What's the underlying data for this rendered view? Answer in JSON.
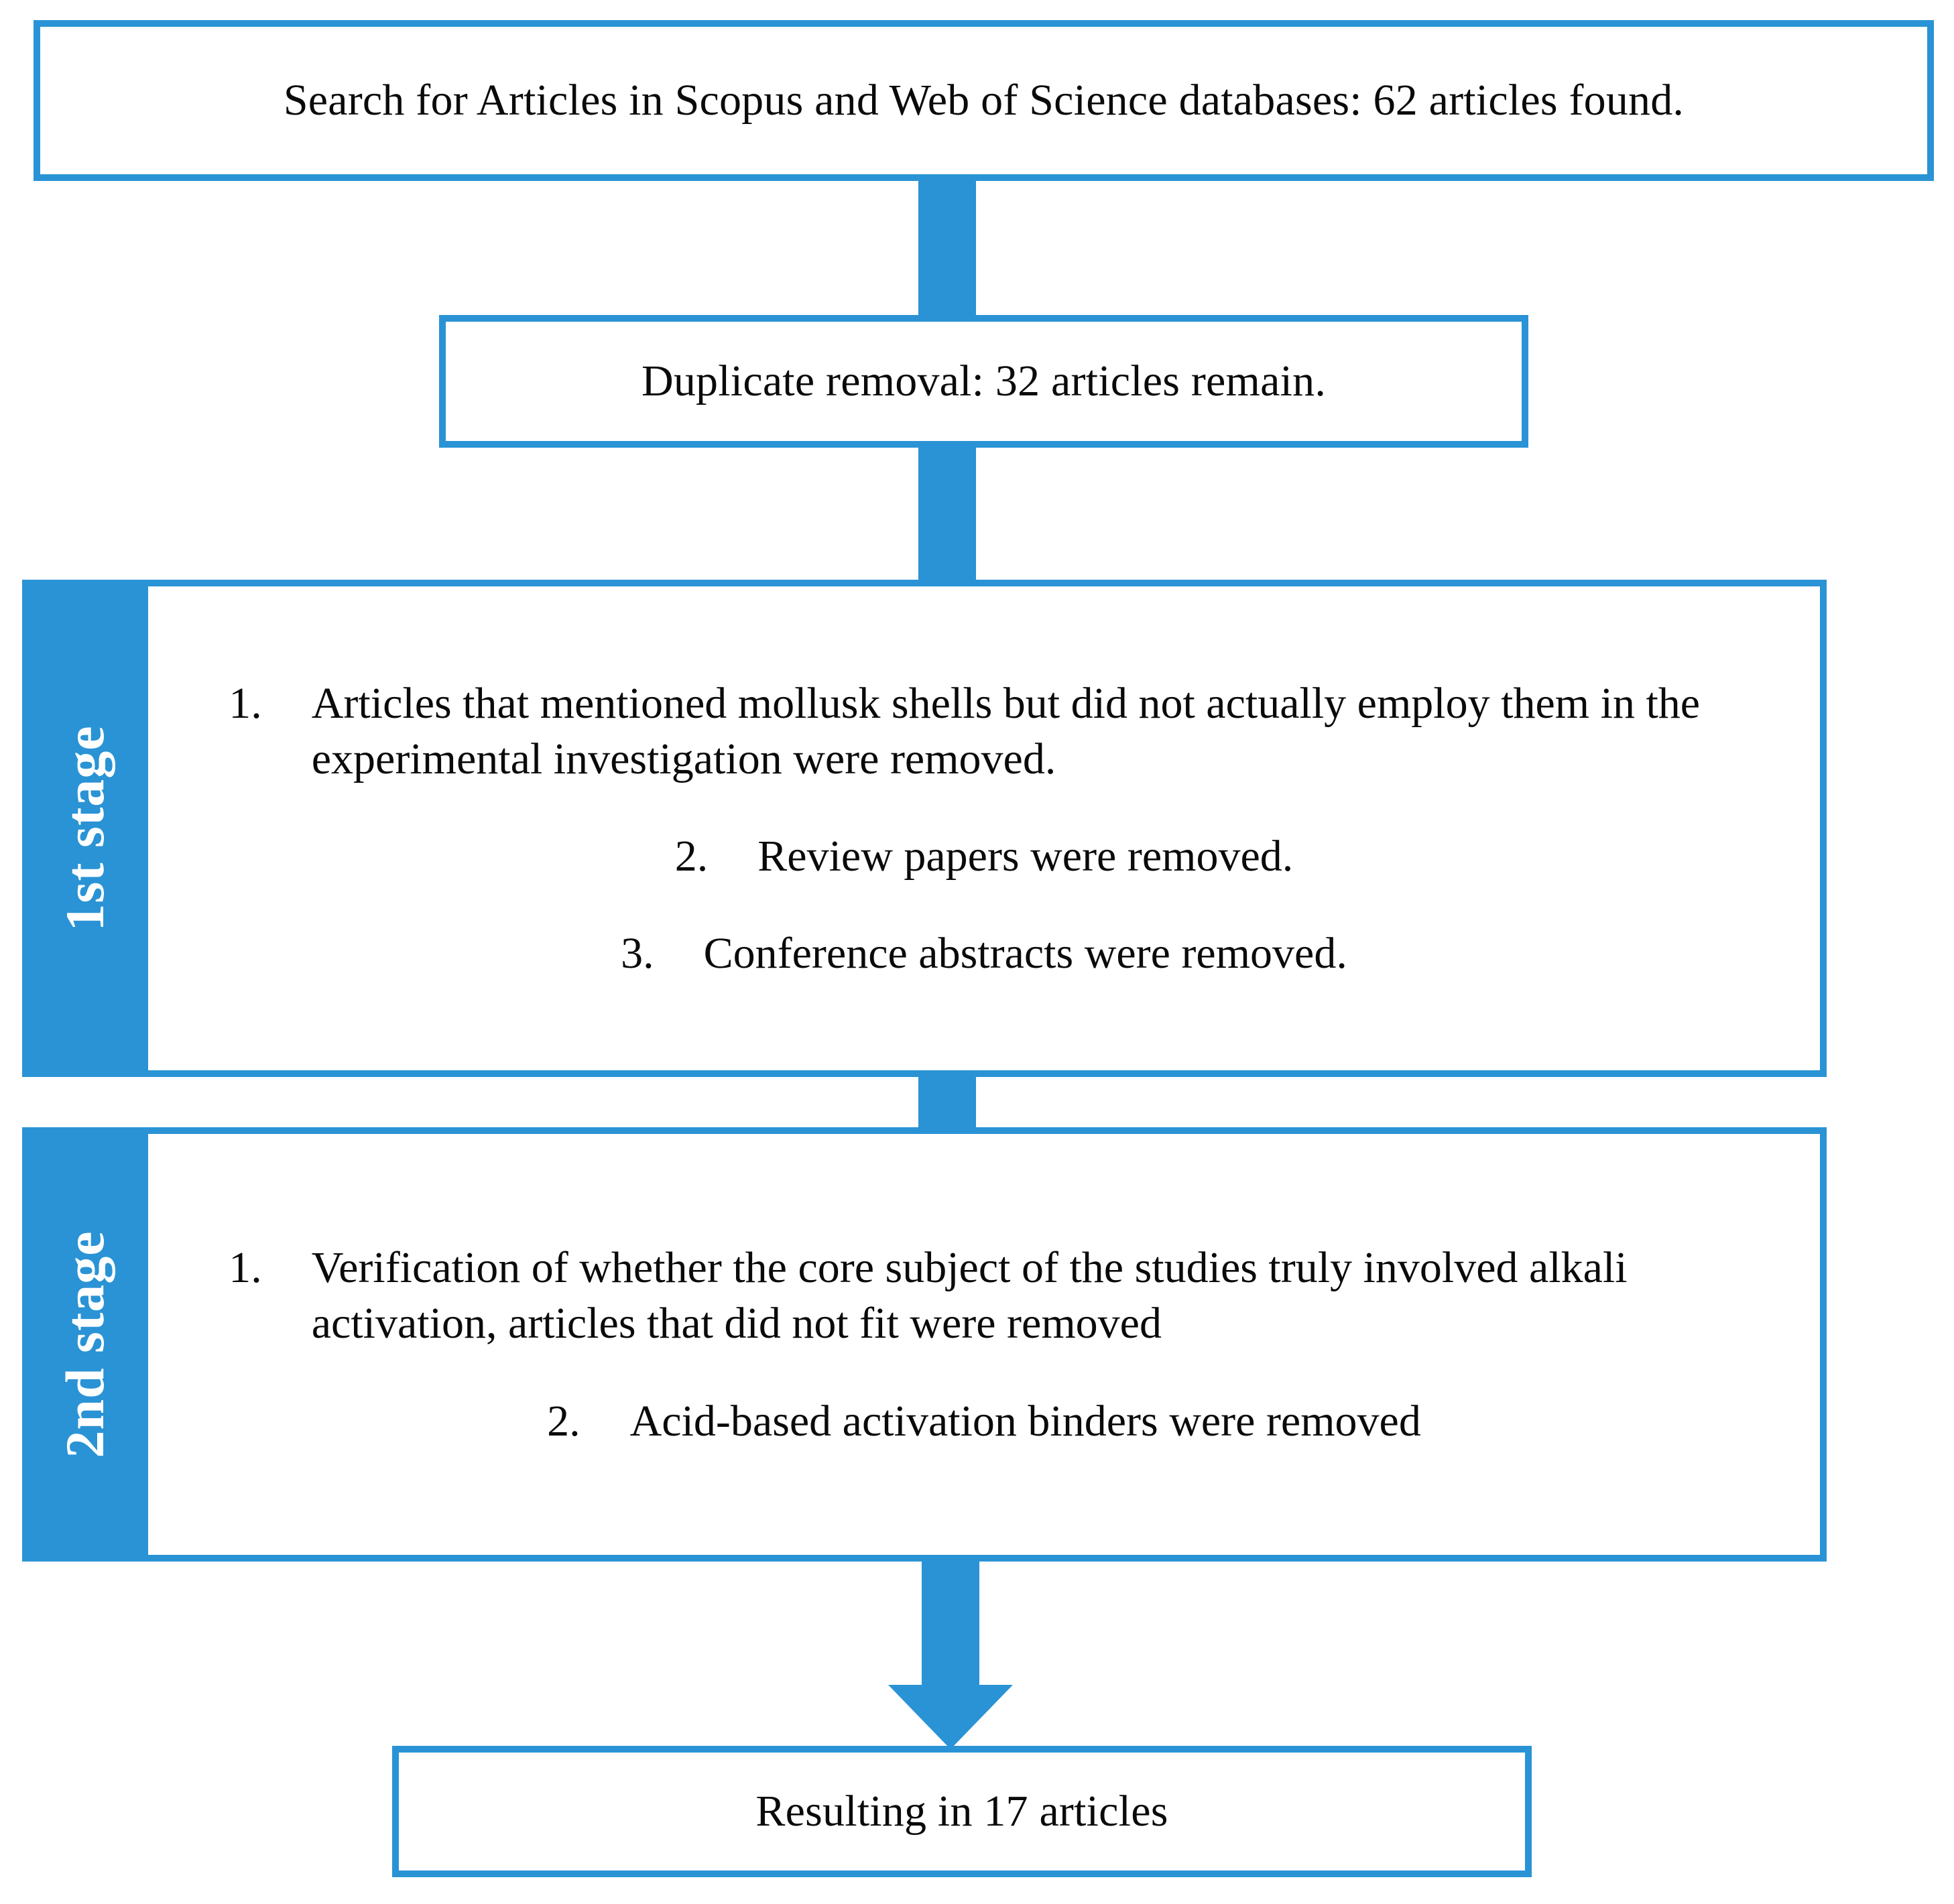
{
  "theme": {
    "accent": "#2a93d5",
    "box_fill": "#ffffff",
    "text_color": "#0a0a0a",
    "stage_label_color": "#ffffff"
  },
  "flow": {
    "search_box": {
      "text": "Search for Articles in Scopus and Web of Science databases: 62 articles found."
    },
    "duplicate_box": {
      "text": "Duplicate removal: 32 articles remain."
    },
    "stage1": {
      "label": "1st stage",
      "items": [
        {
          "number": "1.",
          "text": "Articles that mentioned mollusk shells but did not actually employ them in the experimental investigation were removed."
        },
        {
          "number": "2.",
          "text": "Review papers were removed."
        },
        {
          "number": "3.",
          "text": "Conference abstracts were removed."
        }
      ]
    },
    "stage2": {
      "label": "2nd stage",
      "items": [
        {
          "number": "1.",
          "text": "Verification of whether the core subject of the studies truly involved alkali activation, articles that did not fit were removed"
        },
        {
          "number": "2.",
          "text": "Acid-based activation binders were removed"
        }
      ]
    },
    "result_box": {
      "text": "Resulting in 17 articles"
    },
    "connectors": {
      "search_to_duplicate": "down-connector",
      "duplicate_to_stage1": "down-connector",
      "stage1_to_stage2": "down-connector",
      "stage2_to_result": "down-arrow"
    }
  }
}
